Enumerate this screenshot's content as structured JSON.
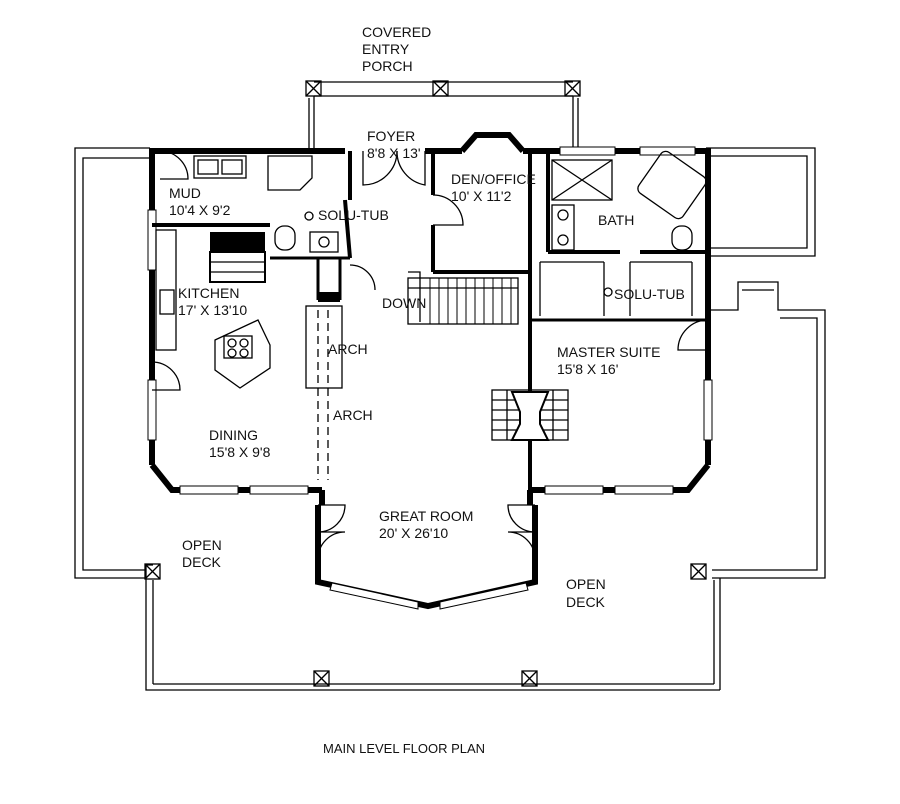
{
  "plan": {
    "title": "MAIN LEVEL FLOOR PLAN",
    "porch": {
      "line1": "COVERED",
      "line2": "ENTRY",
      "line3": "PORCH"
    },
    "rooms": {
      "foyer": {
        "name": "FOYER",
        "size": "8'8 X 13'"
      },
      "den": {
        "name": "DEN/OFFICE",
        "size": "10' X 11'2"
      },
      "mud": {
        "name": "MUD",
        "size": "10'4 X 9'2"
      },
      "bath": {
        "name": "BATH"
      },
      "kitchen": {
        "name": "KITCHEN",
        "size": "17' X 13'10"
      },
      "master": {
        "name": "MASTER SUITE",
        "size": "15'8 X 16'"
      },
      "dining": {
        "name": "DINING",
        "size": "15'8 X 9'8"
      },
      "great": {
        "name": "GREAT ROOM",
        "size": "20' X 26'10"
      }
    },
    "labels": {
      "solu_tub_1": "SOLU-TUB",
      "solu_tub_2": "SOLU-TUB",
      "down": "DOWN",
      "arch_1": "ARCH",
      "arch_2": "ARCH"
    },
    "decks": {
      "left": {
        "line1": "OPEN",
        "line2": "DECK"
      },
      "right": {
        "line1": "OPEN",
        "line2": "DECK"
      }
    }
  }
}
